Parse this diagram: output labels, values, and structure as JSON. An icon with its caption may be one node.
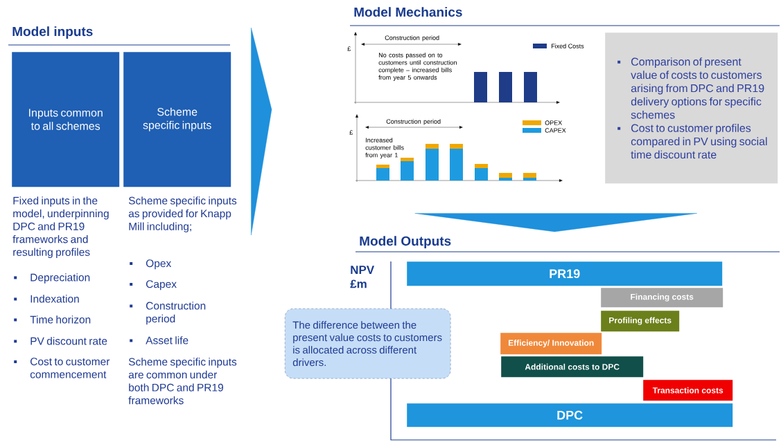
{
  "diagram": {
    "nodes": [
      {
        "text": [
          "Model inputs"
        ]
      },
      {
        "text": [
          "Inputs common to all schemes"
        ]
      },
      {
        "text": [
          "Scheme specific inputs"
        ]
      },
      {
        "text": [
          "Model Mechanics"
        ]
      },
      {
        "text": [
          "Comparison of present value of costs to customers arising from DPC and PR19 delivery options for specific schemes",
          "Cost to customer profiles compared in PV using social time discount rate"
        ]
      },
      {
        "text": [
          "Model Outputs"
        ]
      },
      {
        "text": [
          "PR19"
        ]
      },
      {
        "text": [
          "Financing costs"
        ]
      },
      {
        "text": [
          "Profiling effects"
        ]
      },
      {
        "text": [
          "Efficiency/ Innovation"
        ]
      },
      {
        "text": [
          "Additional costs to DPC"
        ]
      },
      {
        "text": [
          "Transaction costs"
        ]
      },
      {
        "text": [
          "DPC"
        ]
      },
      {
        "text": [
          "The difference between the present value costs to customers is allocated across different drivers."
        ]
      }
    ],
    "edges": [
      {
        "from": 0,
        "to": 3,
        "arrow": "to"
      },
      {
        "from": 3,
        "to": 5,
        "arrow": "to"
      }
    ],
    "labels": [
      "Fixed inputs in the model, underpinning DPC and PR19 frameworks and resulting profiles",
      "Depreciation",
      "Indexation",
      "Time horizon",
      "PV discount rate",
      "Cost to customer commencement",
      "Scheme specific inputs as provided for Knapp Mill including;",
      "Opex",
      "Capex",
      "Construction period",
      "Asset life",
      "Scheme specific inputs are common under both DPC and PR19 frameworks",
      "£",
      "Construction period",
      "No costs passed on to customers until construction complete – increased bills from year 5 onwards",
      "£",
      "Construction period",
      "Increased customer bills from year 1",
      "NPV £m"
    ],
    "legend": [
      {
        "text": "Fixed Costs",
        "color": "#1f3c88"
      },
      {
        "text": "OPEX",
        "color": "#f0a800"
      },
      {
        "text": "CAPEX",
        "color": "#1e9be0"
      }
    ]
  }
}
